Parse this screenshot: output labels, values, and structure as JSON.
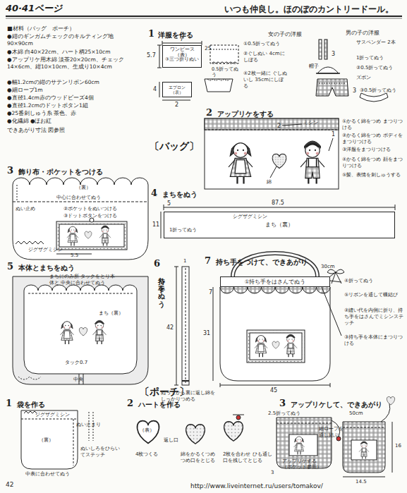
{
  "diagram": {
    "title": "いつも仲良し。ほのぼのカントリードール。",
    "nodes": [
      {
        "text": [
          "ワンピース（表）"
        ]
      },
      {
        "text": [
          "エプロン（表）"
        ]
      },
      {
        "text": [
          "まち（裏）"
        ]
      },
      {
        "text": [
          "①持ち手をはさんでぬう"
        ]
      }
    ],
    "labels": [
      "40·41ページ",
      "■材料（バッグ　ポーチ）",
      "●紺のギンガムチェックのキルティング地 90×90cm",
      "●木綿 白40×22cm、ハート柄25×10cm",
      "●アップリケ用木綿 淡茶20×20cm、チェック14×6cm、紺10×10cm、生成り10×4cm",
      "●幅1.2cmの紺のサテンリボン60cm",
      "●細ロープ1m",
      "●直径1.4cm赤のウッドビーズ4個",
      "●直径1.2cmのドットボタン1組",
      "●25番刺しゅう糸 茶色、赤",
      "●化繊綿 ●ほお紅",
      "できあがり寸法 図参照",
      "1",
      "洋服を作る",
      "女の子の洋服",
      "男の子の洋服",
      "7",
      "5.7",
      "③三つ折りぬい",
      "25",
      "0.5折ってぬう",
      "①0.5折ってぬう",
      "②ぐしぬい 4cmにしぼる",
      "4",
      "2",
      "④2枚一緒に ぐしぬいし 35cmにしぼる",
      "サスペンダー 2本",
      "3",
      "1折ってぬう",
      "帽子",
      "②0.5折ってぬう",
      "ズボン",
      "3",
      "③0.5折ってぬう",
      "2",
      "アップリケをする",
      "2",
      "ミシン",
      "1",
      "綿",
      "①かるく綿をつめ まつりつける",
      "②かるく綿をつめ ボディをまつりつける",
      "③洋服をまつりつける",
      "④かるく綿をつめ 顔をまつりつける",
      "⑤髪、表情を刺しゅうする",
      "〔バッグ〕",
      "3",
      "飾り布・ポケットをつける",
      "（裏）",
      "中心に合わせてぬう",
      "ぬい止め",
      "②ポケットをぬいつける",
      "③ドットボタンをつける",
      "ジグザグミシン",
      "5.5",
      "4",
      "まちをぬう",
      "87.5",
      "5",
      "11",
      "1折ってぬう",
      "シグザグミシン",
      "5",
      "本体とまちをぬう",
      "まちにのみ所 タックをとり本体と 中央に合わせてぬう",
      "まち（裏）",
      "タック0.7",
      "中央",
      "6",
      "持ち手をぬう",
      "1",
      "42",
      "ぬってから裏に返し綿をしっかりつめる",
      "7",
      "持ち手をつけて、できあがり",
      "30cm",
      "④折ってぬう",
      "⑤リボンを通して蝶結び",
      "②縫い代を内側に折り、持ち手をはさんでミシンステッチ",
      "③持ち手を本体にまつりつける",
      "31",
      "7",
      "45",
      "〔ポーチ〕",
      "1",
      "袋を作る",
      "ジグザグミシン",
      "（裏）",
      "ぬい止まり",
      "ぬいしろをひらいてステッチ",
      "中表に合わせてぬう",
      "2",
      "ハートを作る",
      "（表）",
      "返し口",
      "4枚つくる",
      "綿をかるくつめ つめ口をとじる",
      "2枚を合わせ ひも通し口を残してとじる",
      "3",
      "アップリケして、できあがり",
      "2.5折ってぬう",
      "50cm",
      "細ロープを通し結ぶ",
      "16",
      "アップリケする（ポケット参照）",
      "3",
      "14.5",
      "42",
      "http://www.liveinternet.ru/users/tomakov/"
    ]
  }
}
